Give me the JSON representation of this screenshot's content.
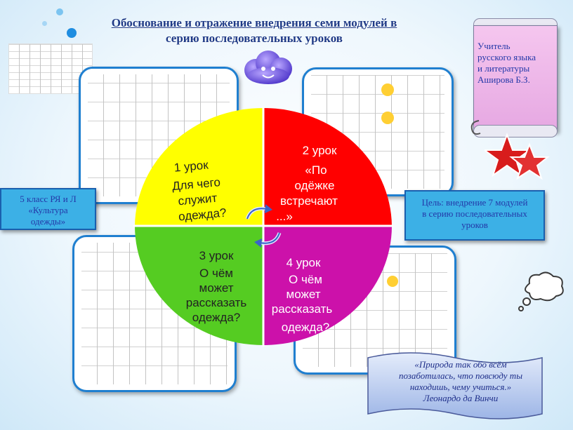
{
  "title_line1": "Обоснование и отражение внедрения семи модулей в",
  "title_line2": "серию последовательных уроков",
  "teacher": {
    "line1": "Учитель",
    "line2": "русского языка",
    "line3": "и литературы",
    "line4": "Аширова Б.З."
  },
  "class_box": {
    "line1": "5 класс РЯ и Л",
    "line2": "«Культура",
    "line3": "одежды»"
  },
  "goal_box": {
    "line1": "Цель: внедрение 7 модулей",
    "line2": "в серию последовательных",
    "line3": "уроков"
  },
  "quote": {
    "line1": "«Природа так обо всём",
    "line2": "позаботилась, что повсюду ты",
    "line3": "находишь, чему учиться.»",
    "line4": "Леонардо да Винчи"
  },
  "lessons": [
    {
      "line1": "1 урок",
      "line2": "Для чего",
      "line3": "служит",
      "line4": "одежда?",
      "color": "#ffff00"
    },
    {
      "line1": "2 урок",
      "line2": "«По",
      "line3": "одёжке",
      "line4": "встречают",
      "line5": "...»",
      "color": "#ff0000"
    },
    {
      "line1": "3 урок",
      "line2": "О чём",
      "line3": "может",
      "line4": "рассказать",
      "line5": "одежда?",
      "color": "#55cc22"
    },
    {
      "line1": "4 урок",
      "line2": "О чём",
      "line3": "может",
      "line4": "рассказать",
      "line5": "одежда?",
      "color": "#cc11aa"
    }
  ],
  "icons": {
    "cloud": "smiling-cloud-icon",
    "stars": "red-stars-icon",
    "thought": "thought-bubble-icon",
    "arrows": "cycle-arrows-icon"
  }
}
